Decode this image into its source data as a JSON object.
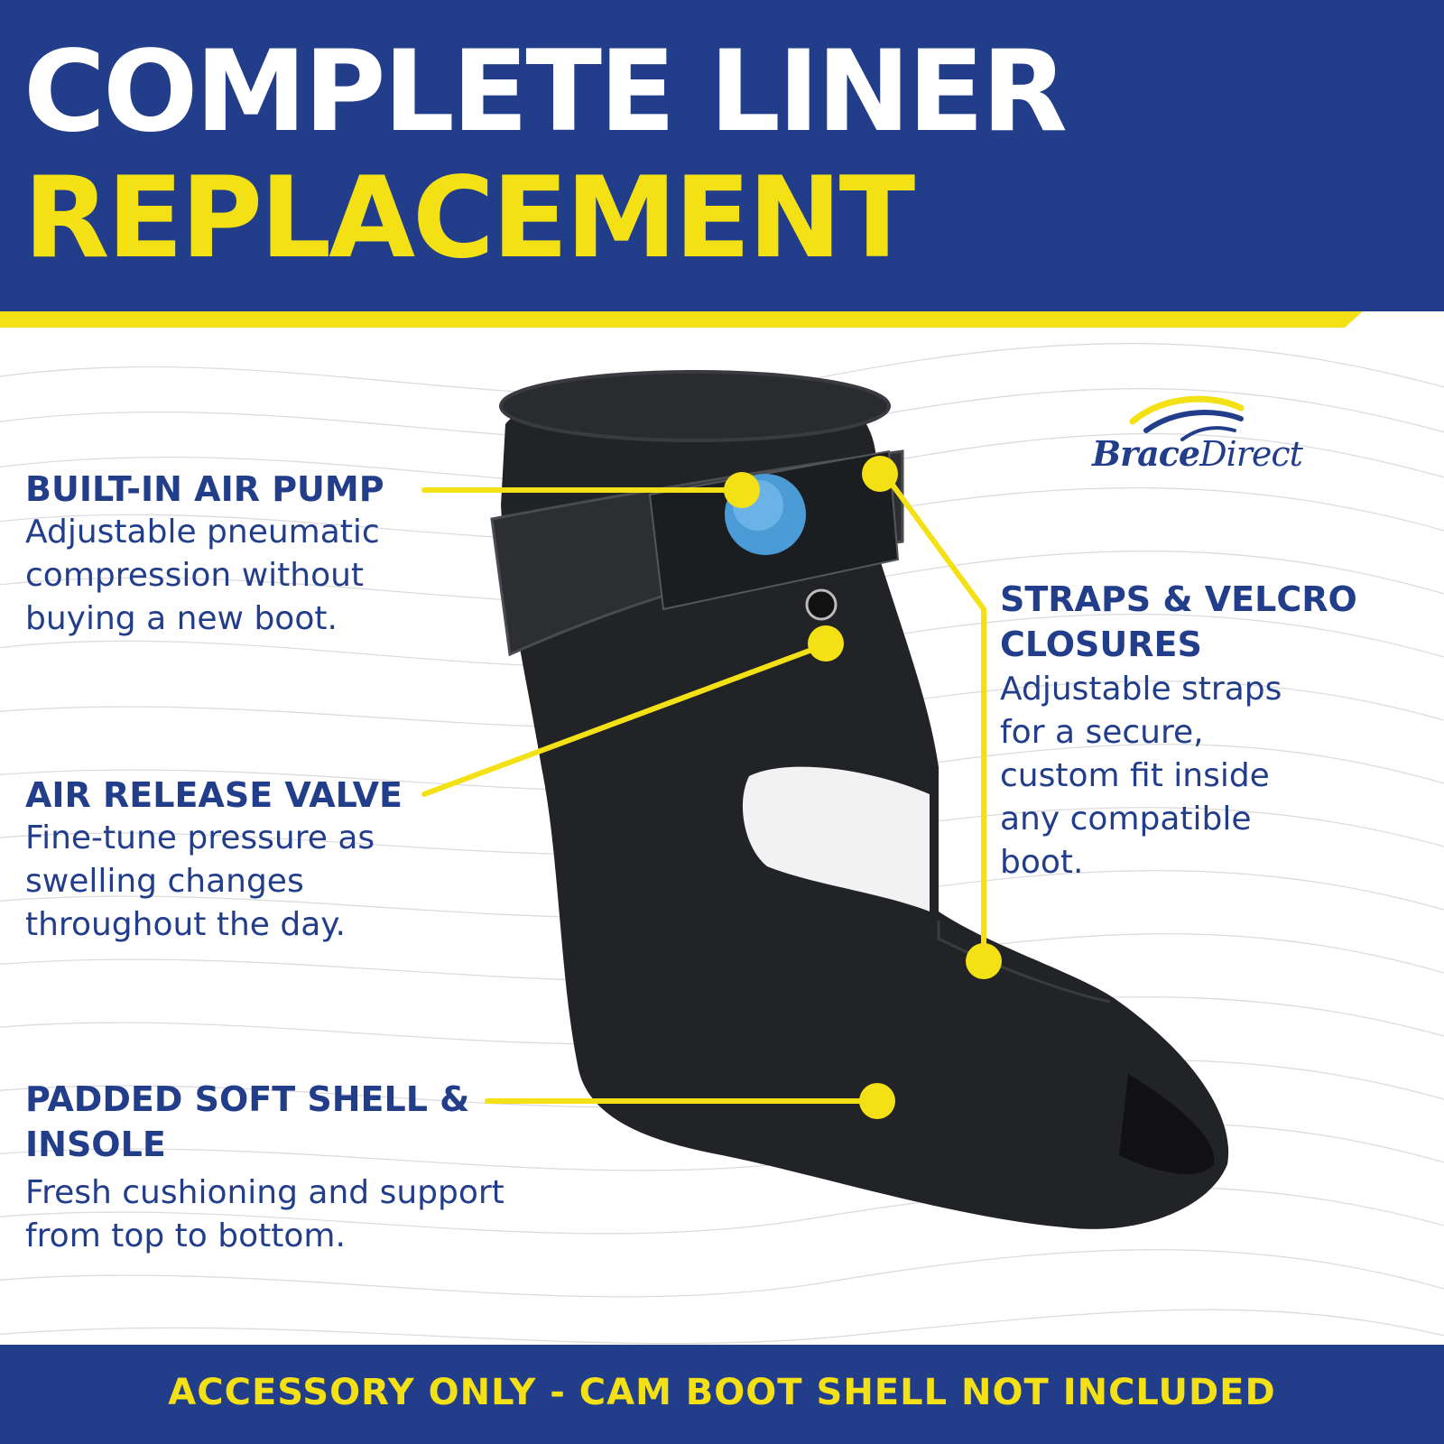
{
  "header": {
    "line1": "COMPLETE LINER",
    "line2": "REPLACEMENT"
  },
  "brand": {
    "name_bold": "Brace",
    "name_light": "Direct",
    "primary_color": "#223d8a",
    "accent_color": "#f4e115"
  },
  "callouts": [
    {
      "title_lines": [
        "BUILT-IN AIR PUMP"
      ],
      "description_lines": [
        "Adjustable pneumatic",
        "compression without",
        "buying a new boot."
      ]
    },
    {
      "title_lines": [
        "AIR RELEASE VALVE"
      ],
      "description_lines": [
        "Fine-tune pressure as",
        "swelling changes",
        "throughout the day."
      ]
    },
    {
      "title_lines": [
        "PADDED SOFT SHELL &",
        "INSOLE"
      ],
      "description_lines": [
        "Fresh cushioning and support",
        "from top to bottom."
      ]
    },
    {
      "title_lines": [
        "STRAPS & VELCRO",
        "CLOSURES"
      ],
      "description_lines": [
        "Adjustable straps",
        "for a secure,",
        "custom fit inside",
        "any compatible",
        "boot."
      ]
    }
  ],
  "footer": {
    "text": "ACCESSORY ONLY - CAM BOOT SHELL NOT INCLUDED"
  }
}
